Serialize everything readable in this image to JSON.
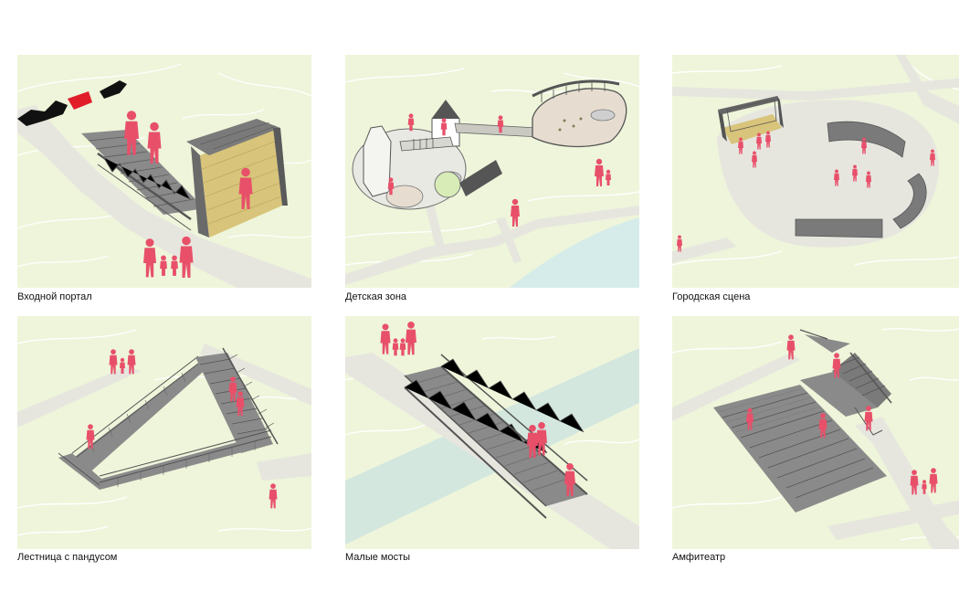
{
  "colors": {
    "ground": "#eef5da",
    "path": "#e6e6df",
    "contour": "#ffffff",
    "structure": "#6e6e6e",
    "deck": "#8a8a8a",
    "wood": "#d8c47a",
    "water": "#d6ecea",
    "people": "#e8506a",
    "red": "#e11d2a",
    "black": "#111111"
  },
  "panels": [
    {
      "caption": "Входной портал"
    },
    {
      "caption": "Детская зона"
    },
    {
      "caption": "Городская сцена"
    },
    {
      "caption": "Лестница с пандусом"
    },
    {
      "caption": "Малые мосты"
    },
    {
      "caption": "Амфитеатр"
    }
  ]
}
